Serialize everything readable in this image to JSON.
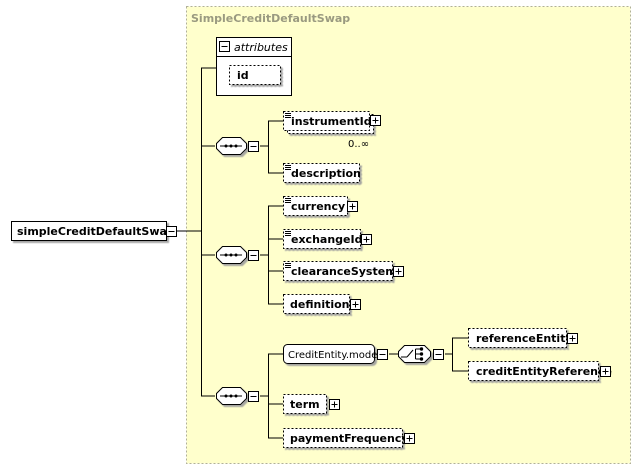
{
  "type_name": "SimpleCreditDefaultSwap",
  "root_element": "simpleCreditDefaultSwap",
  "attributes": {
    "title": "attributes",
    "items": [
      "id"
    ]
  },
  "groups": [
    {
      "elements": [
        {
          "name": "instrumentId",
          "occurs": "0..∞"
        },
        {
          "name": "description"
        }
      ]
    },
    {
      "elements": [
        {
          "name": "currency"
        },
        {
          "name": "exchangeId"
        },
        {
          "name": "clearanceSystem"
        },
        {
          "name": "definition"
        }
      ]
    },
    {
      "elements": [
        {
          "name": "CreditEntity.model"
        },
        {
          "name": "term"
        },
        {
          "name": "paymentFrequency"
        }
      ]
    }
  ],
  "choice_elements": [
    {
      "name": "referenceEntity"
    },
    {
      "name": "creditEntityReference"
    }
  ],
  "colors": {
    "panel_fill": "#ffffcc",
    "panel_border": "#b0b098",
    "title": "#9a9a80",
    "line": "#000000"
  }
}
